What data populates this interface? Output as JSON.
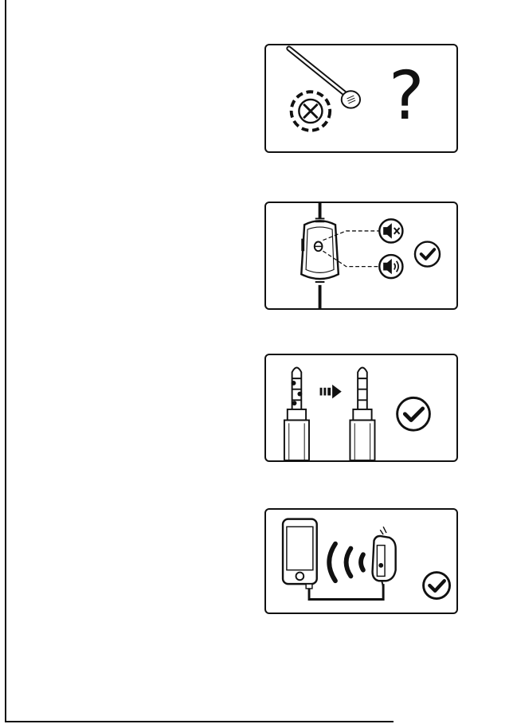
{
  "panels": [
    {
      "id": "no-mic-unknown",
      "status": "unknown",
      "icons": [
        "mic-muted-icon",
        "question-mark-icon"
      ],
      "symbol": "?"
    },
    {
      "id": "inline-volume-control",
      "status": "ok",
      "icons": [
        "mute-icon",
        "volume-icon",
        "check-circle-icon"
      ]
    },
    {
      "id": "plug-conversion",
      "status": "ok",
      "icons": [
        "trrs-plug-icon",
        "arrow-right-icon",
        "trs-plug-icon",
        "check-circle-icon"
      ]
    },
    {
      "id": "wireless-pairing",
      "status": "ok",
      "icons": [
        "phone-icon",
        "signal-waves-icon",
        "headset-icon",
        "check-circle-icon"
      ]
    }
  ],
  "colors": {
    "ink": "#111111",
    "paper": "#ffffff"
  }
}
